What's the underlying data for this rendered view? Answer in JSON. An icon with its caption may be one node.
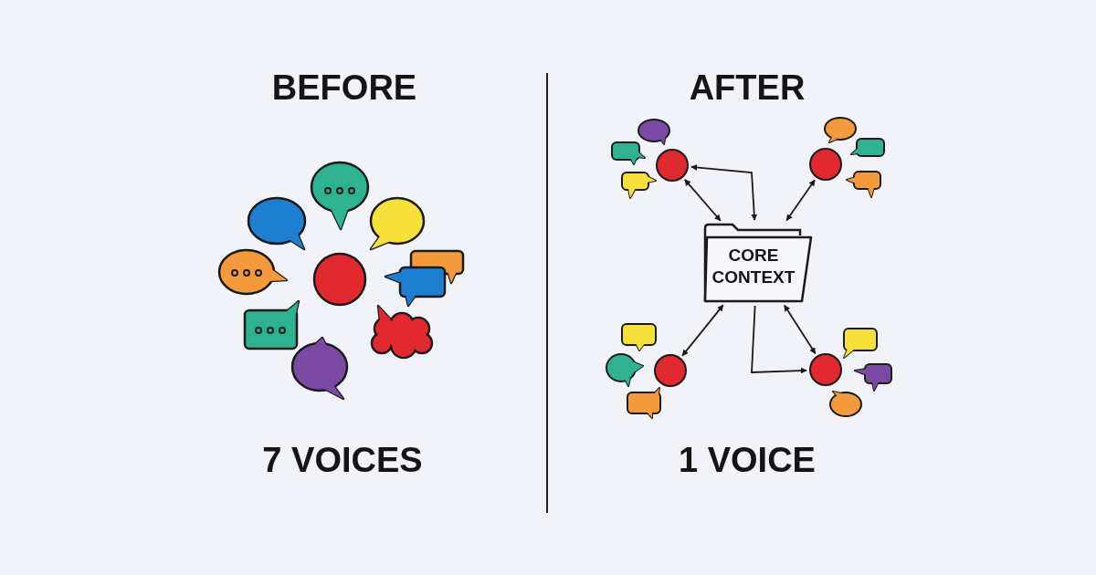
{
  "diagram": {
    "nodes": [
      {
        "text": [],
        "shape": "circle"
      },
      {
        "text": [],
        "shape": "circle"
      },
      {
        "text": [
          "CORE CONTEXT"
        ]
      },
      {
        "text": [],
        "shape": "circle"
      },
      {
        "text": [],
        "shape": "circle"
      }
    ],
    "edges": [
      {
        "from": 0,
        "to": 2,
        "arrow": "both"
      },
      {
        "from": 1,
        "to": 2,
        "arrow": "both"
      },
      {
        "from": 0,
        "to": 2,
        "arrow": "both"
      },
      {
        "from": 2,
        "to": 3,
        "arrow": "both"
      },
      {
        "from": 2,
        "to": 4,
        "arrow": "both"
      },
      {
        "from": 2,
        "to": 4,
        "arrow": "to"
      }
    ],
    "labels": [
      "BEFORE",
      "AFTER",
      "7 VOICES",
      "1 VOICE"
    ]
  }
}
